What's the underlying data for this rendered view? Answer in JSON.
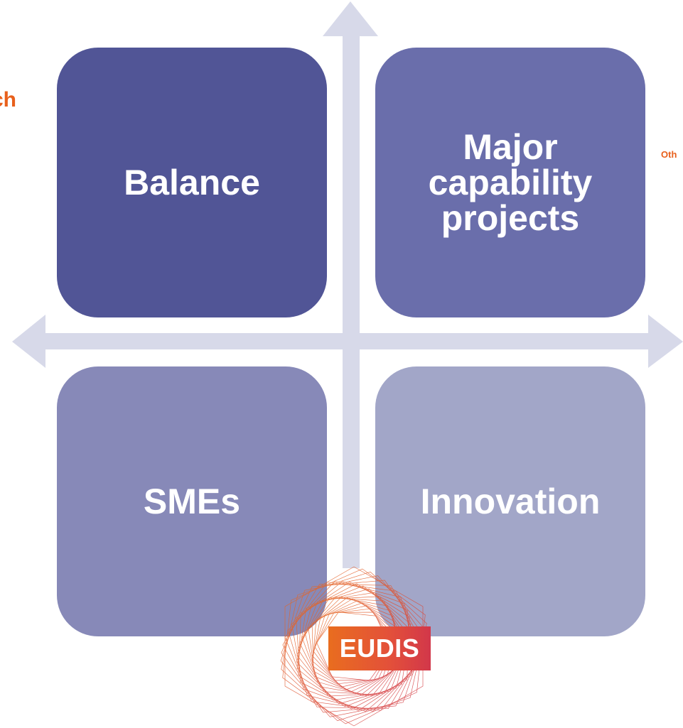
{
  "quadrants": {
    "top_left": {
      "label": "Balance",
      "color": "#515596"
    },
    "top_right": {
      "label": "Major\ncapability\nprojects",
      "color": "#6a6eab"
    },
    "bottom_left": {
      "label": "SMEs",
      "color": "#8789b8"
    },
    "bottom_right": {
      "label": "Innovation",
      "color": "#a2a6c8"
    }
  },
  "axes_color": "#d7d9e9",
  "edge_text": {
    "left": "ch",
    "right": "Oth",
    "color": "#e8601c"
  },
  "logo": {
    "text": "EUDIS",
    "colors": [
      "#e96d1f",
      "#d2374a"
    ]
  }
}
